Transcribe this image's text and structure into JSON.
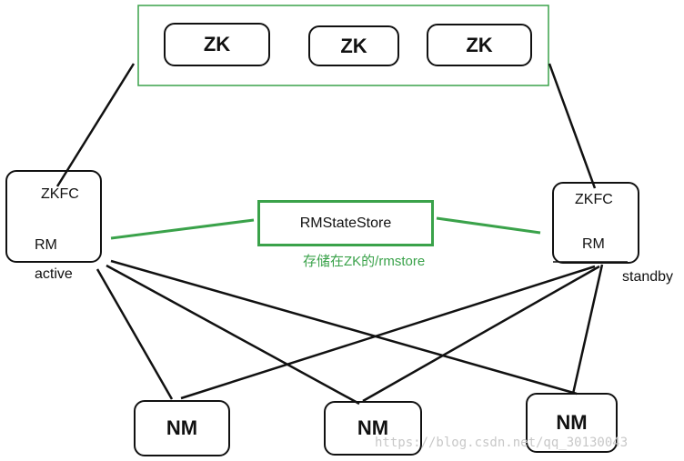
{
  "zookeeper": {
    "nodes": [
      "ZK",
      "ZK",
      "ZK"
    ]
  },
  "left_rm": {
    "zkfc_label": "ZKFC",
    "rm_label": "RM",
    "state_label": "active"
  },
  "right_rm": {
    "zkfc_label": "ZKFC",
    "rm_label": "RM",
    "state_label": "standby"
  },
  "state_store": {
    "label": "RMStateStore",
    "caption": "存储在ZK的/rmstore"
  },
  "node_managers": [
    "NM",
    "NM",
    "NM"
  ],
  "watermark": "https://blog.csdn.net/qq_30130043",
  "colors": {
    "line": "#111111",
    "zk_group_border": "#3aa24a",
    "store_accent": "#3aa24a",
    "watermark": "#c8c8c8"
  }
}
